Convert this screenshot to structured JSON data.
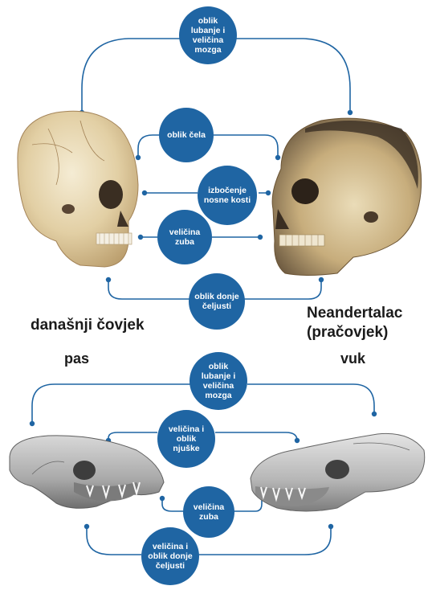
{
  "colors": {
    "connector": "#1f65a3",
    "bubble": "#1f65a3",
    "bubble_text": "#ffffff"
  },
  "labels": {
    "human": "današnji čovjek",
    "neanderthal": "Neandertalac\n(pračovjek)",
    "dog": "pas",
    "wolf": "vuk"
  },
  "top_bubbles": [
    "oblik\nlubanje i\nveličina\nmozga",
    "oblik čela",
    "izbočenje\nnosne kosti",
    "veličina\nzuba",
    "oblik donje\nčeljusti"
  ],
  "bottom_bubbles": [
    "oblik\nlubanje i\nveličina\nmozga",
    "veličina i\noblik\nnjuške",
    "veličina\nzuba",
    "veličina i\noblik donje\nčeljusti"
  ],
  "images": {
    "human_skull": "human-skull-image",
    "neanderthal_skull": "neanderthal-skull-image",
    "dog_skull": "dog-skull-image",
    "wolf_skull": "wolf-skull-image"
  }
}
